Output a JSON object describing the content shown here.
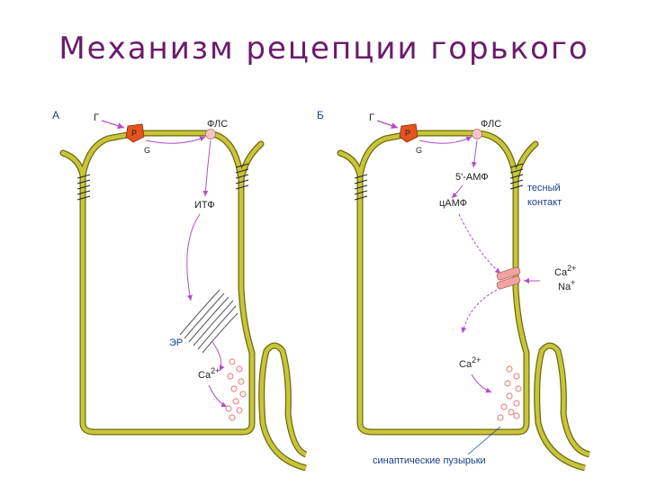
{
  "title": "Механизм рецепции горького",
  "panel_a": {
    "panel_label": "А",
    "tastant": "Г",
    "receptor": "Р",
    "g_protein": "G",
    "enzyme": "ФЛС",
    "messenger": "ИТФ",
    "organelle": "ЭР",
    "ion": "Ca",
    "ion_charge": "2+"
  },
  "panel_b": {
    "panel_label": "Б",
    "tastant": "Г",
    "receptor": "Р",
    "g_protein": "G",
    "enzyme": "ФЛС",
    "amp_product": "5'-АМФ",
    "camp": "цАМФ",
    "tight_junction_line1": "тесный",
    "tight_junction_line2": "контакт",
    "channel_ion1": "Ca",
    "channel_ion1_charge": "2+",
    "channel_ion2": "Na",
    "channel_ion2_charge": "+",
    "ion": "Ca",
    "ion_charge": "2+",
    "vesicles_label": "синаптические пузырьки"
  },
  "colors": {
    "membrane": "#c9c53a",
    "membrane_edge": "#6b6a10",
    "arrow": "#b44bc9",
    "receptor": "#e5541f",
    "enzyme": "#f3c6c6",
    "vesicle": "#e58b8b",
    "title": "#6a1b6a",
    "label_blue": "#1a3f8c"
  }
}
